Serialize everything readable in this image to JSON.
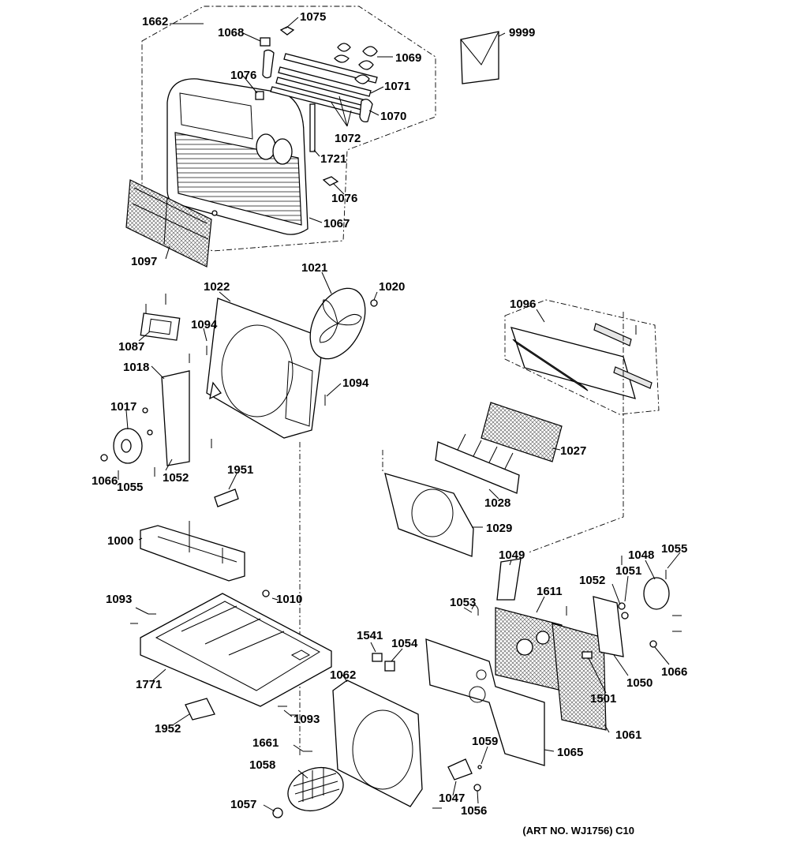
{
  "diagram": {
    "art_number": "(ART NO. WJ1756) C10",
    "part_labels": {
      "p1662": "1662",
      "p1075": "1075",
      "p1068": "1068",
      "p9999": "9999",
      "p1069": "1069",
      "p1076a": "1076",
      "p1071": "1071",
      "p1070": "1070",
      "p1072": "1072",
      "p1721": "1721",
      "p1076b": "1076",
      "p1067": "1067",
      "p1097": "1097",
      "p1021": "1021",
      "p1020": "1020",
      "p1022": "1022",
      "p1096": "1096",
      "p1094a": "1094",
      "p1087": "1087",
      "p1018": "1018",
      "p1094b": "1094",
      "p1017": "1017",
      "p1066a": "1066",
      "p1055a": "1055",
      "p1052a": "1052",
      "p1027": "1027",
      "p1028": "1028",
      "p1951": "1951",
      "p1029": "1029",
      "p1000": "1000",
      "p1049": "1049",
      "p1048": "1048",
      "p1055b": "1055",
      "p1051": "1051",
      "p1052b": "1052",
      "p1611": "1611",
      "p1093a": "1093",
      "p1010": "1010",
      "p1053": "1053",
      "p1541": "1541",
      "p1054": "1054",
      "p1050": "1050",
      "p1066b": "1066",
      "p1771": "1771",
      "p1062": "1062",
      "p1501": "1501",
      "p1093b": "1093",
      "p1061": "1061",
      "p1952": "1952",
      "p1661": "1661",
      "p1059": "1059",
      "p1065": "1065",
      "p1058": "1058",
      "p1047": "1047",
      "p1057": "1057",
      "p1056": "1056"
    }
  }
}
